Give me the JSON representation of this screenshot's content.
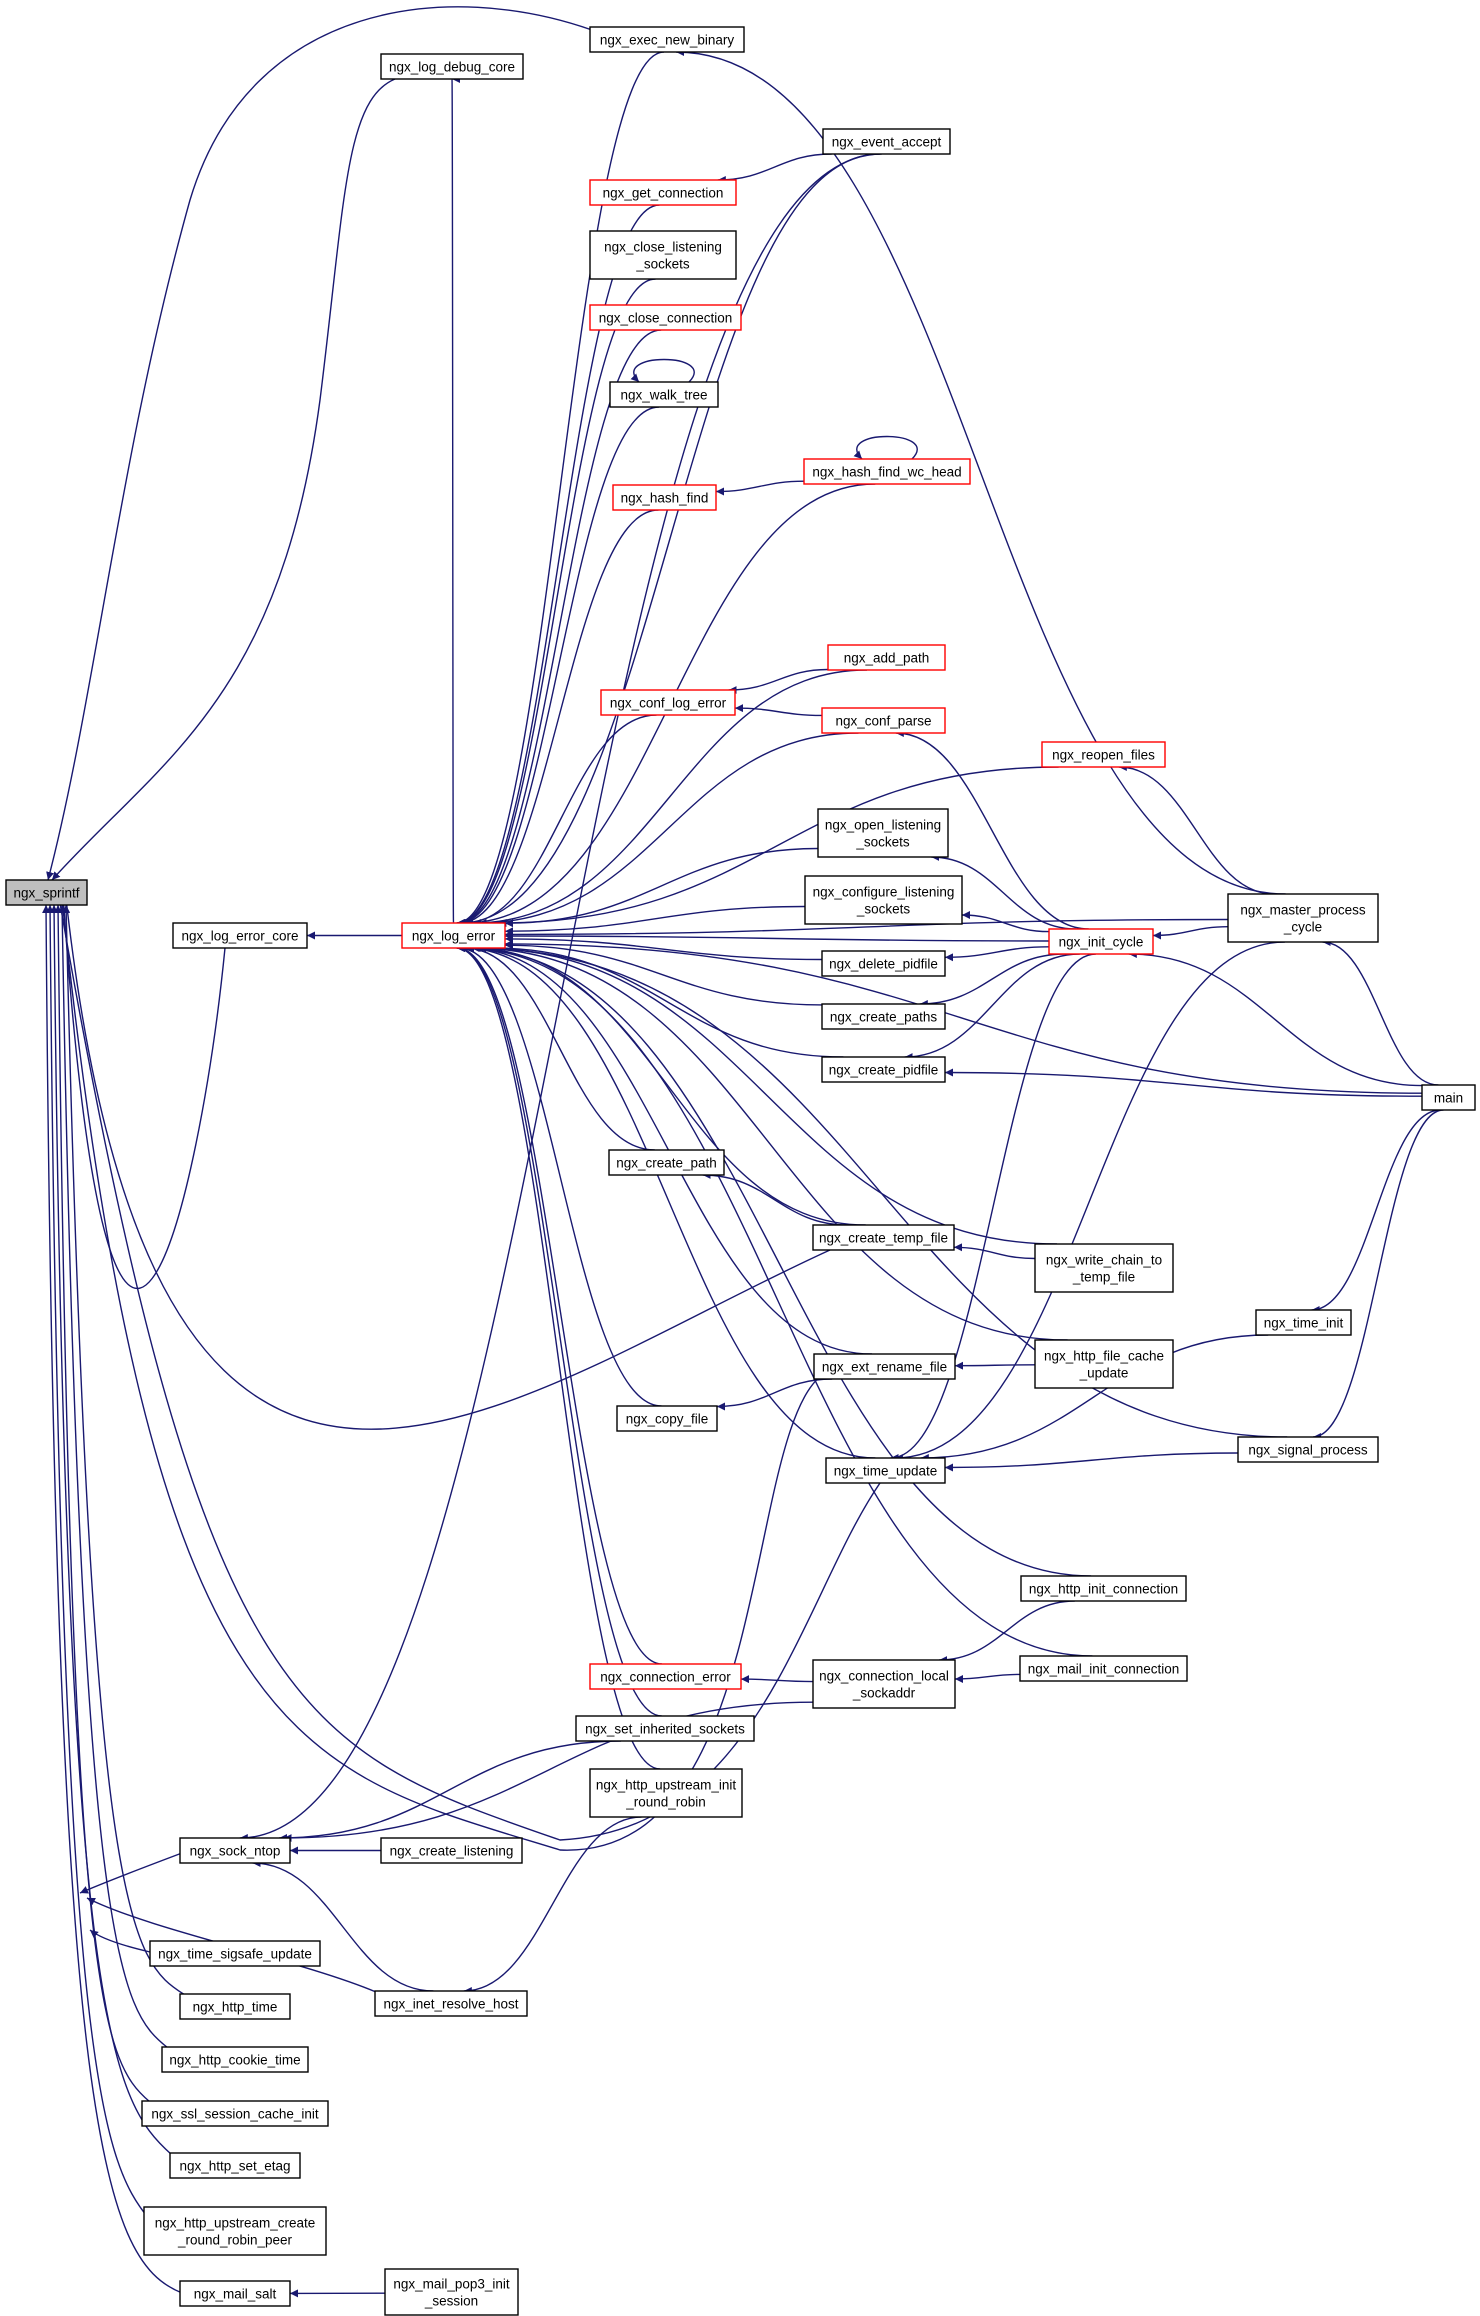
{
  "colors": {
    "edge": "#191970",
    "node_border_default": "#000000",
    "node_border_truncated": "#ff0000",
    "node_fill_default": "#ffffff",
    "node_fill_focus": "#bfbfbf"
  },
  "nodes": {
    "ngx_sprintf": {
      "lines": [
        "ngx_sprintf"
      ],
      "style": "focus"
    },
    "ngx_log_debug_core": {
      "lines": [
        "ngx_log_debug_core"
      ],
      "style": "normal"
    },
    "ngx_exec_new_binary": {
      "lines": [
        "ngx_exec_new_binary"
      ],
      "style": "normal"
    },
    "ngx_event_accept": {
      "lines": [
        "ngx_event_accept"
      ],
      "style": "normal"
    },
    "ngx_get_connection": {
      "lines": [
        "ngx_get_connection"
      ],
      "style": "red"
    },
    "ngx_close_listening_sockets": {
      "lines": [
        "ngx_close_listening",
        "_sockets"
      ],
      "style": "normal"
    },
    "ngx_close_connection": {
      "lines": [
        "ngx_close_connection"
      ],
      "style": "red"
    },
    "ngx_walk_tree": {
      "lines": [
        "ngx_walk_tree"
      ],
      "style": "normal"
    },
    "ngx_hash_find_wc_head": {
      "lines": [
        "ngx_hash_find_wc_head"
      ],
      "style": "red"
    },
    "ngx_hash_find": {
      "lines": [
        "ngx_hash_find"
      ],
      "style": "red"
    },
    "ngx_add_path": {
      "lines": [
        "ngx_add_path"
      ],
      "style": "red"
    },
    "ngx_conf_log_error": {
      "lines": [
        "ngx_conf_log_error"
      ],
      "style": "red"
    },
    "ngx_conf_parse": {
      "lines": [
        "ngx_conf_parse"
      ],
      "style": "red"
    },
    "ngx_reopen_files": {
      "lines": [
        "ngx_reopen_files"
      ],
      "style": "red"
    },
    "ngx_open_listening_sockets": {
      "lines": [
        "ngx_open_listening",
        "_sockets"
      ],
      "style": "normal"
    },
    "ngx_configure_listening_sockets": {
      "lines": [
        "ngx_configure_listening",
        "_sockets"
      ],
      "style": "normal"
    },
    "ngx_master_process_cycle": {
      "lines": [
        "ngx_master_process",
        "_cycle"
      ],
      "style": "normal"
    },
    "ngx_log_error_core": {
      "lines": [
        "ngx_log_error_core"
      ],
      "style": "normal"
    },
    "ngx_log_error": {
      "lines": [
        "ngx_log_error"
      ],
      "style": "red"
    },
    "ngx_init_cycle": {
      "lines": [
        "ngx_init_cycle"
      ],
      "style": "red"
    },
    "ngx_delete_pidfile": {
      "lines": [
        "ngx_delete_pidfile"
      ],
      "style": "normal"
    },
    "ngx_create_paths": {
      "lines": [
        "ngx_create_paths"
      ],
      "style": "normal"
    },
    "ngx_create_pidfile": {
      "lines": [
        "ngx_create_pidfile"
      ],
      "style": "normal"
    },
    "main": {
      "lines": [
        "main"
      ],
      "style": "normal"
    },
    "ngx_create_path": {
      "lines": [
        "ngx_create_path"
      ],
      "style": "normal"
    },
    "ngx_create_temp_file": {
      "lines": [
        "ngx_create_temp_file"
      ],
      "style": "normal"
    },
    "ngx_write_chain_to_temp_file": {
      "lines": [
        "ngx_write_chain_to",
        "_temp_file"
      ],
      "style": "normal"
    },
    "ngx_time_init": {
      "lines": [
        "ngx_time_init"
      ],
      "style": "normal"
    },
    "ngx_ext_rename_file": {
      "lines": [
        "ngx_ext_rename_file"
      ],
      "style": "normal"
    },
    "ngx_http_file_cache_update": {
      "lines": [
        "ngx_http_file_cache",
        "_update"
      ],
      "style": "normal"
    },
    "ngx_copy_file": {
      "lines": [
        "ngx_copy_file"
      ],
      "style": "normal"
    },
    "ngx_time_update": {
      "lines": [
        "ngx_time_update"
      ],
      "style": "normal"
    },
    "ngx_signal_process": {
      "lines": [
        "ngx_signal_process"
      ],
      "style": "normal"
    },
    "ngx_http_init_connection": {
      "lines": [
        "ngx_http_init_connection"
      ],
      "style": "normal"
    },
    "ngx_connection_error": {
      "lines": [
        "ngx_connection_error"
      ],
      "style": "red"
    },
    "ngx_connection_local_sockaddr": {
      "lines": [
        "ngx_connection_local",
        "_sockaddr"
      ],
      "style": "normal"
    },
    "ngx_mail_init_connection": {
      "lines": [
        "ngx_mail_init_connection"
      ],
      "style": "normal"
    },
    "ngx_set_inherited_sockets": {
      "lines": [
        "ngx_set_inherited_sockets"
      ],
      "style": "normal"
    },
    "ngx_http_upstream_init_round_robin": {
      "lines": [
        "ngx_http_upstream_init",
        "_round_robin"
      ],
      "style": "normal"
    },
    "ngx_sock_ntop": {
      "lines": [
        "ngx_sock_ntop"
      ],
      "style": "normal"
    },
    "ngx_create_listening": {
      "lines": [
        "ngx_create_listening"
      ],
      "style": "normal"
    },
    "ngx_time_sigsafe_update": {
      "lines": [
        "ngx_time_sigsafe_update"
      ],
      "style": "normal"
    },
    "ngx_inet_resolve_host": {
      "lines": [
        "ngx_inet_resolve_host"
      ],
      "style": "normal"
    },
    "ngx_http_time": {
      "lines": [
        "ngx_http_time"
      ],
      "style": "normal"
    },
    "ngx_http_cookie_time": {
      "lines": [
        "ngx_http_cookie_time"
      ],
      "style": "normal"
    },
    "ngx_ssl_session_cache_init": {
      "lines": [
        "ngx_ssl_session_cache_init"
      ],
      "style": "normal"
    },
    "ngx_http_set_etag": {
      "lines": [
        "ngx_http_set_etag"
      ],
      "style": "normal"
    },
    "ngx_http_upstream_create_round_robin_peer": {
      "lines": [
        "ngx_http_upstream_create",
        "_round_robin_peer"
      ],
      "style": "normal"
    },
    "ngx_mail_salt": {
      "lines": [
        "ngx_mail_salt"
      ],
      "style": "normal"
    },
    "ngx_mail_pop3_init_session": {
      "lines": [
        "ngx_mail_pop3_init",
        "_session"
      ],
      "style": "normal"
    }
  },
  "edges": [
    [
      "ngx_log_debug_core",
      "ngx_sprintf"
    ],
    [
      "ngx_exec_new_binary",
      "ngx_sprintf"
    ],
    [
      "ngx_log_error_core",
      "ngx_sprintf"
    ],
    [
      "ngx_sock_ntop",
      "ngx_sprintf"
    ],
    [
      "ngx_create_temp_file",
      "ngx_sprintf"
    ],
    [
      "ngx_ext_rename_file",
      "ngx_sprintf"
    ],
    [
      "ngx_time_update",
      "ngx_sprintf"
    ],
    [
      "ngx_time_sigsafe_update",
      "ngx_sprintf"
    ],
    [
      "ngx_inet_resolve_host",
      "ngx_sprintf"
    ],
    [
      "ngx_http_time",
      "ngx_sprintf"
    ],
    [
      "ngx_http_cookie_time",
      "ngx_sprintf"
    ],
    [
      "ngx_ssl_session_cache_init",
      "ngx_sprintf"
    ],
    [
      "ngx_http_set_etag",
      "ngx_sprintf"
    ],
    [
      "ngx_http_upstream_create_round_robin_peer",
      "ngx_sprintf"
    ],
    [
      "ngx_mail_salt",
      "ngx_sprintf"
    ],
    [
      "ngx_log_error",
      "ngx_log_debug_core"
    ],
    [
      "ngx_log_error",
      "ngx_log_error_core"
    ],
    [
      "ngx_master_process_cycle",
      "ngx_exec_new_binary"
    ],
    [
      "ngx_event_accept",
      "ngx_log_error"
    ],
    [
      "ngx_exec_new_binary",
      "ngx_log_error"
    ],
    [
      "ngx_get_connection",
      "ngx_log_error"
    ],
    [
      "ngx_close_listening_sockets",
      "ngx_log_error"
    ],
    [
      "ngx_close_connection",
      "ngx_log_error"
    ],
    [
      "ngx_walk_tree",
      "ngx_log_error"
    ],
    [
      "ngx_walk_tree",
      "ngx_walk_tree"
    ],
    [
      "ngx_hash_find",
      "ngx_log_error"
    ],
    [
      "ngx_hash_find_wc_head",
      "ngx_log_error"
    ],
    [
      "ngx_hash_find_wc_head",
      "ngx_hash_find_wc_head"
    ],
    [
      "ngx_hash_find_wc_head",
      "ngx_hash_find"
    ],
    [
      "ngx_event_accept",
      "ngx_get_connection"
    ],
    [
      "ngx_add_path",
      "ngx_log_error"
    ],
    [
      "ngx_add_path",
      "ngx_conf_log_error"
    ],
    [
      "ngx_conf_parse",
      "ngx_conf_log_error"
    ],
    [
      "ngx_conf_log_error",
      "ngx_log_error"
    ],
    [
      "ngx_conf_parse",
      "ngx_log_error"
    ],
    [
      "ngx_reopen_files",
      "ngx_log_error"
    ],
    [
      "ngx_master_process_cycle",
      "ngx_log_error"
    ],
    [
      "ngx_init_cycle",
      "ngx_log_error"
    ],
    [
      "ngx_open_listening_sockets",
      "ngx_log_error"
    ],
    [
      "ngx_configure_listening_sockets",
      "ngx_log_error"
    ],
    [
      "ngx_delete_pidfile",
      "ngx_log_error"
    ],
    [
      "ngx_create_paths",
      "ngx_log_error"
    ],
    [
      "ngx_create_pidfile",
      "ngx_log_error"
    ],
    [
      "main",
      "ngx_log_error"
    ],
    [
      "ngx_create_path",
      "ngx_log_error"
    ],
    [
      "ngx_create_temp_file",
      "ngx_log_error"
    ],
    [
      "ngx_write_chain_to_temp_file",
      "ngx_log_error"
    ],
    [
      "ngx_ext_rename_file",
      "ngx_log_error"
    ],
    [
      "ngx_copy_file",
      "ngx_log_error"
    ],
    [
      "ngx_http_file_cache_update",
      "ngx_log_error"
    ],
    [
      "ngx_time_update",
      "ngx_log_error"
    ],
    [
      "ngx_signal_process",
      "ngx_log_error"
    ],
    [
      "ngx_http_init_connection",
      "ngx_log_error"
    ],
    [
      "ngx_mail_init_connection",
      "ngx_log_error"
    ],
    [
      "ngx_connection_error",
      "ngx_log_error"
    ],
    [
      "ngx_set_inherited_sockets",
      "ngx_log_error"
    ],
    [
      "ngx_http_upstream_init_round_robin",
      "ngx_log_error"
    ],
    [
      "ngx_init_cycle",
      "ngx_conf_parse"
    ],
    [
      "ngx_master_process_cycle",
      "ngx_reopen_files"
    ],
    [
      "ngx_init_cycle",
      "ngx_open_listening_sockets"
    ],
    [
      "ngx_init_cycle",
      "ngx_configure_listening_sockets"
    ],
    [
      "ngx_init_cycle",
      "ngx_delete_pidfile"
    ],
    [
      "ngx_init_cycle",
      "ngx_create_paths"
    ],
    [
      "ngx_init_cycle",
      "ngx_create_pidfile"
    ],
    [
      "ngx_master_process_cycle",
      "ngx_init_cycle"
    ],
    [
      "main",
      "ngx_init_cycle"
    ],
    [
      "main",
      "ngx_master_process_cycle"
    ],
    [
      "main",
      "ngx_create_pidfile"
    ],
    [
      "ngx_create_temp_file",
      "ngx_create_path"
    ],
    [
      "ngx_write_chain_to_temp_file",
      "ngx_create_temp_file"
    ],
    [
      "ngx_http_file_cache_update",
      "ngx_ext_rename_file"
    ],
    [
      "ngx_ext_rename_file",
      "ngx_copy_file"
    ],
    [
      "ngx_init_cycle",
      "ngx_time_update"
    ],
    [
      "ngx_master_process_cycle",
      "ngx_time_update"
    ],
    [
      "ngx_time_init",
      "ngx_time_update"
    ],
    [
      "ngx_signal_process",
      "ngx_time_update"
    ],
    [
      "main",
      "ngx_time_init"
    ],
    [
      "main",
      "ngx_signal_process"
    ],
    [
      "ngx_connection_local_sockaddr",
      "ngx_connection_error"
    ],
    [
      "ngx_http_init_connection",
      "ngx_connection_local_sockaddr"
    ],
    [
      "ngx_mail_init_connection",
      "ngx_connection_local_sockaddr"
    ],
    [
      "ngx_create_listening",
      "ngx_sock_ntop"
    ],
    [
      "ngx_set_inherited_sockets",
      "ngx_sock_ntop"
    ],
    [
      "ngx_inet_resolve_host",
      "ngx_sock_ntop"
    ],
    [
      "ngx_event_accept",
      "ngx_sock_ntop"
    ],
    [
      "ngx_connection_local_sockaddr",
      "ngx_sock_ntop"
    ],
    [
      "ngx_http_upstream_init_round_robin",
      "ngx_inet_resolve_host"
    ],
    [
      "ngx_mail_pop3_init_session",
      "ngx_mail_salt"
    ]
  ]
}
